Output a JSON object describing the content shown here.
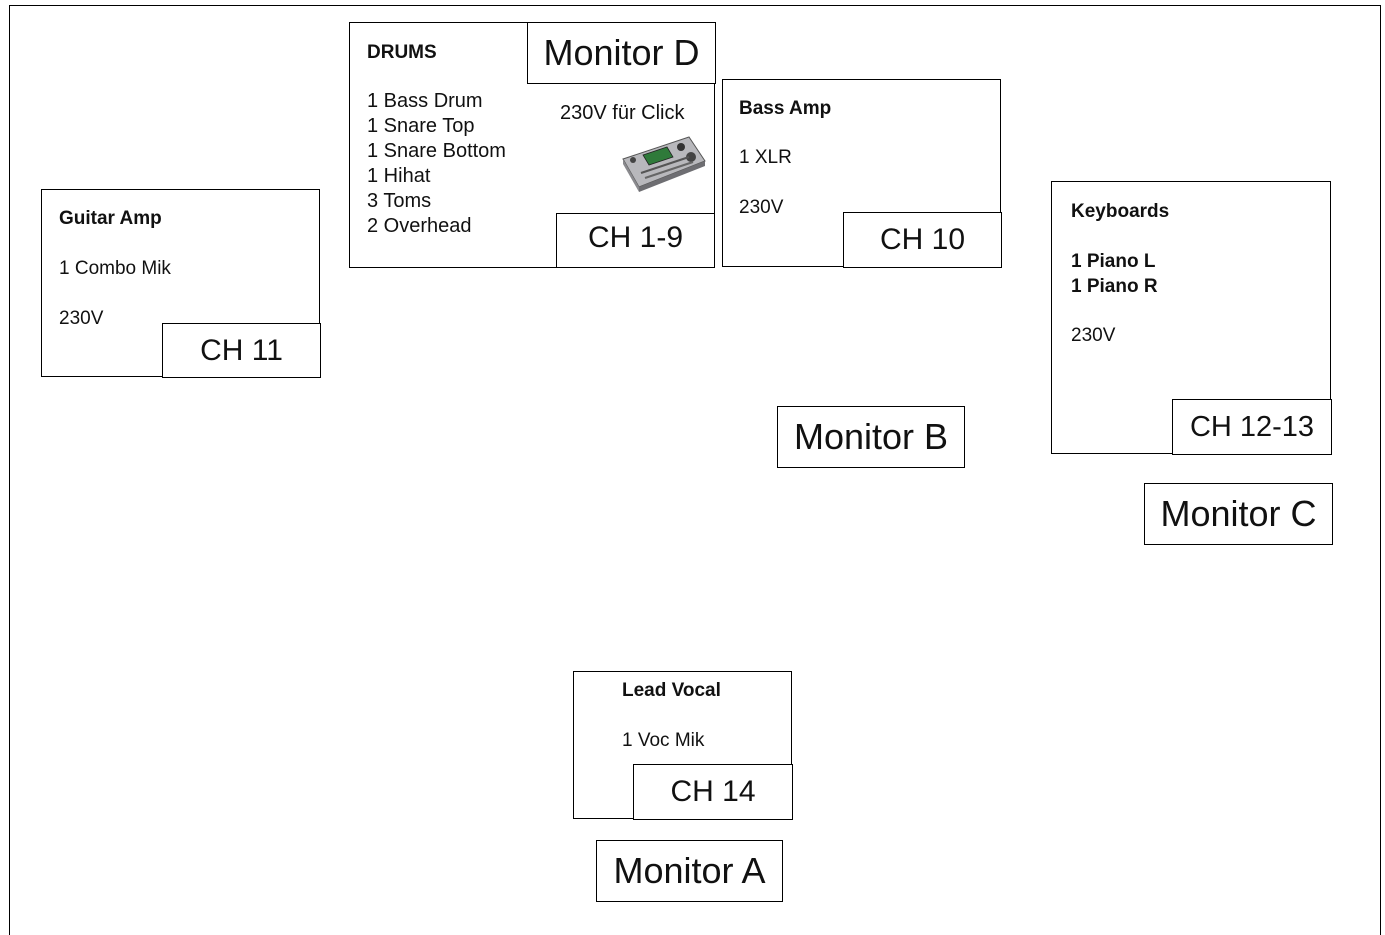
{
  "drums": {
    "title": "DRUMS",
    "lines": [
      "1 Bass Drum",
      "1 Snare Top",
      "1 Snare Bottom",
      "1 Hihat",
      "3 Toms",
      "2 Overhead"
    ],
    "power": "230V für Click",
    "channel": "CH 1-9",
    "monitor": "Monitor D"
  },
  "bass_amp": {
    "title": "Bass Amp",
    "input": "1 XLR",
    "power": "230V",
    "channel": "CH 10"
  },
  "guitar_amp": {
    "title": "Guitar Amp",
    "input": "1 Combo Mik",
    "power": "230V",
    "channel": "CH 11"
  },
  "keyboards": {
    "title": "Keyboards",
    "inputs": [
      "1 Piano L",
      "1 Piano R"
    ],
    "power": "230V",
    "channel": "CH 12-13"
  },
  "lead_vocal": {
    "title": "Lead Vocal",
    "input": "1 Voc Mik",
    "channel": "CH 14"
  },
  "monitors": {
    "a": "Monitor A",
    "b": "Monitor B",
    "c": "Monitor C"
  },
  "icons": {
    "click_device": "drum-module-icon"
  }
}
